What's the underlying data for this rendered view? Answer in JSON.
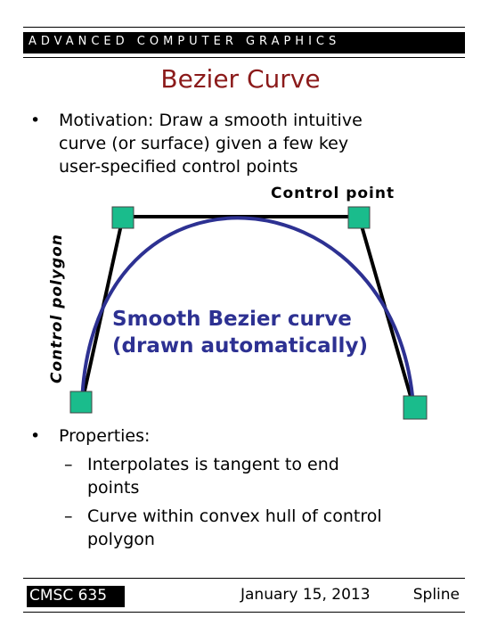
{
  "header": {
    "course_title": "ADVANCED COMPUTER   GRAPHICS"
  },
  "slide": {
    "title": "Bezier Curve",
    "bullets": [
      {
        "marker": "•",
        "text": "Motivation: Draw a smooth intuitive\ncurve (or surface) given a few key\nuser-specified control points"
      },
      {
        "marker": "•",
        "text": "Properties:"
      }
    ],
    "sub_bullets": [
      {
        "marker": "–",
        "text": "Interpolates is tangent to end\npoints"
      },
      {
        "marker": "–",
        "text": "Curve within convex hull of control\npolygon"
      }
    ]
  },
  "diagram": {
    "control_point_label": "Control point",
    "control_polygon_label": "Control polygon",
    "curve_label": "Smooth Bezier curve\n(drawn automatically)",
    "colors": {
      "control_point_fill": "#1abc8c",
      "polygon_stroke": "#000000",
      "curve_stroke": "#2d3192"
    }
  },
  "footer": {
    "course": "CMSC 635",
    "date": "January 15, 2013",
    "topic": "Spline"
  },
  "colors": {
    "title": "#8b1a1a",
    "header_bg": "#000000",
    "header_text": "#ffffff"
  }
}
